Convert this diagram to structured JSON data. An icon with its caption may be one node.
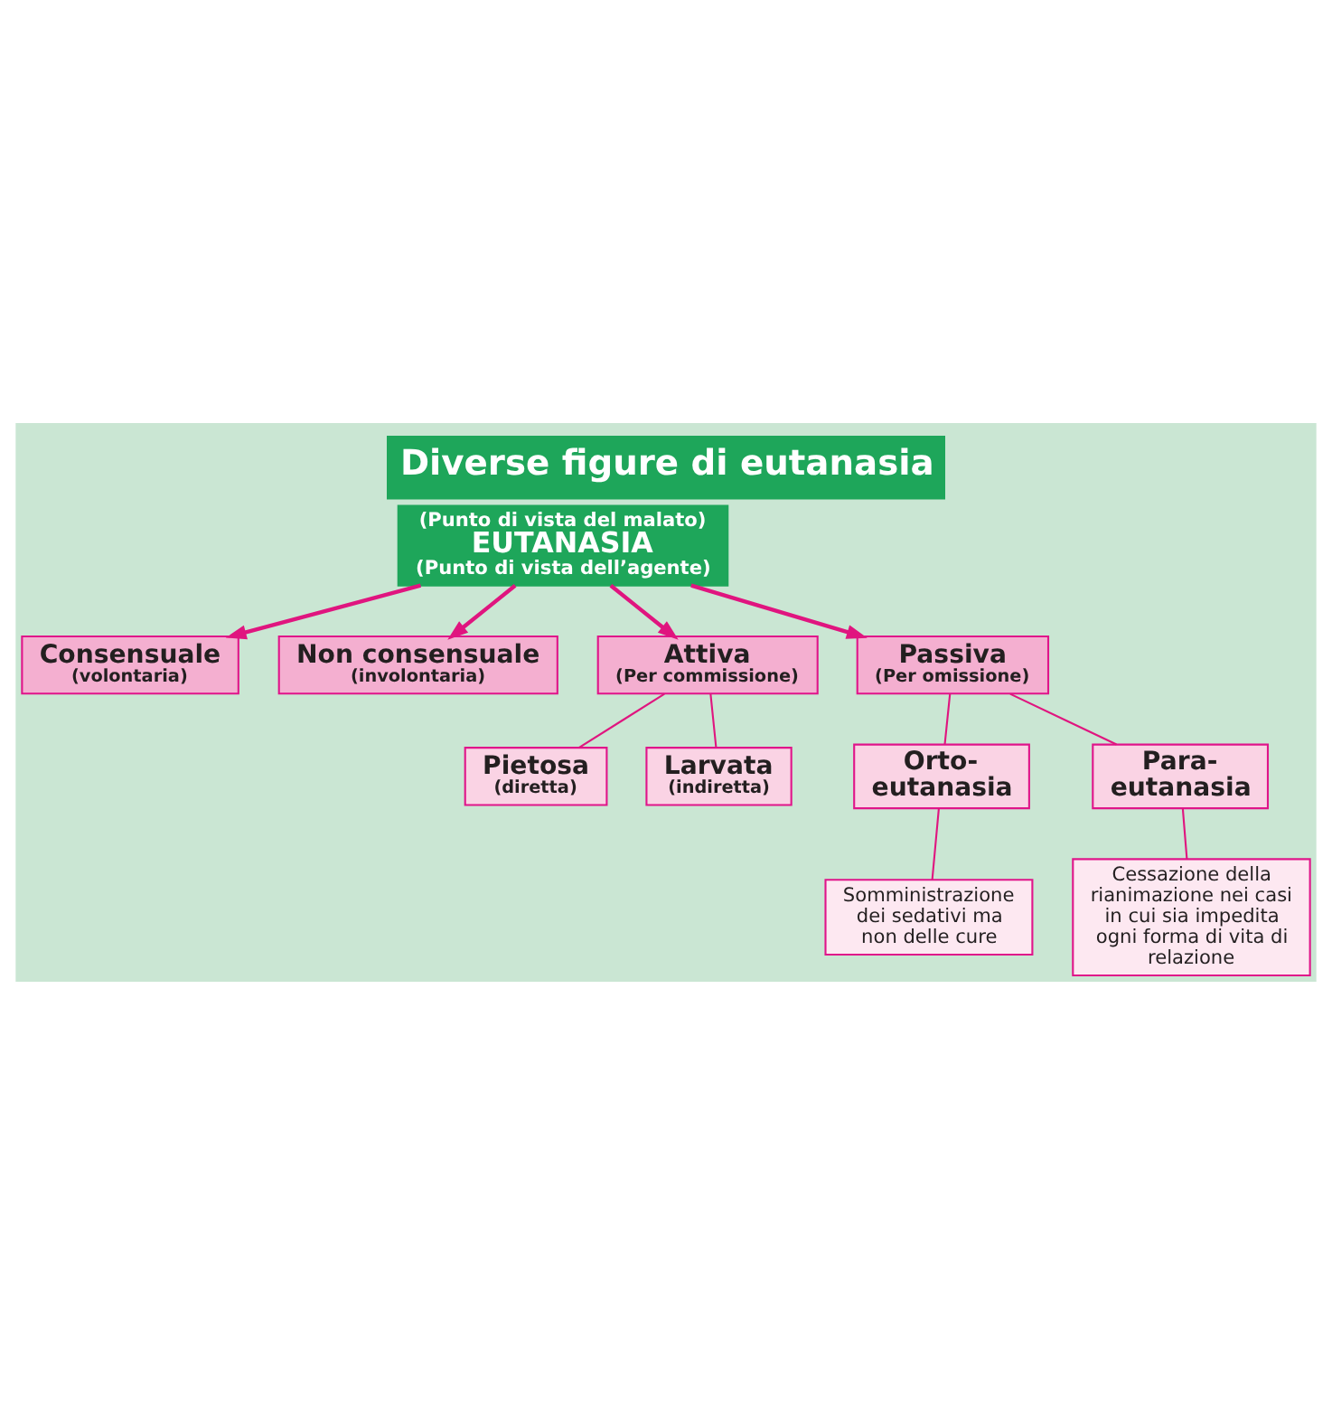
{
  "diagram": {
    "title": "Diverse figure di eutanasia",
    "nodes": [
      {
        "text": [
          "Consensuale",
          "(volontaria)"
        ]
      },
      {
        "text": [
          "Non consensuale",
          "(involontaria)"
        ]
      },
      {
        "text": [
          "(Punto di vista del malato)",
          "EUTANASIA",
          "(Punto di vista dell’agente)"
        ]
      },
      {
        "text": [
          "Attiva",
          "(Per commissione)"
        ]
      },
      {
        "text": [
          "Passiva",
          "(Per omissione)"
        ]
      },
      {
        "text": [
          "Pietosa",
          "(diretta)"
        ]
      },
      {
        "text": [
          "Larvata",
          "(indiretta)"
        ]
      },
      {
        "text": [
          "Orto- eutanasia"
        ]
      },
      {
        "text": [
          "Para- eutanasia"
        ]
      },
      {
        "text": [
          "Somministrazione dei sedativi ma non delle cure"
        ]
      },
      {
        "text": [
          "Cessazione della rianimazione nei casi in cui sia impedita ogni forma di vita di relazione"
        ]
      }
    ],
    "edges": [
      {
        "from": 2,
        "to": 0,
        "arrow": "to"
      },
      {
        "from": 2,
        "to": 1,
        "arrow": "to"
      },
      {
        "from": 2,
        "to": 3,
        "arrow": "to"
      },
      {
        "from": 2,
        "to": 4,
        "arrow": "to"
      },
      {
        "from": 3,
        "to": 5,
        "arrow": "none"
      },
      {
        "from": 3,
        "to": 6,
        "arrow": "none"
      },
      {
        "from": 4,
        "to": 7,
        "arrow": "none"
      },
      {
        "from": 4,
        "to": 8,
        "arrow": "none"
      },
      {
        "from": 7,
        "to": 9,
        "arrow": "none"
      },
      {
        "from": 8,
        "to": 10,
        "arrow": "none"
      }
    ]
  }
}
